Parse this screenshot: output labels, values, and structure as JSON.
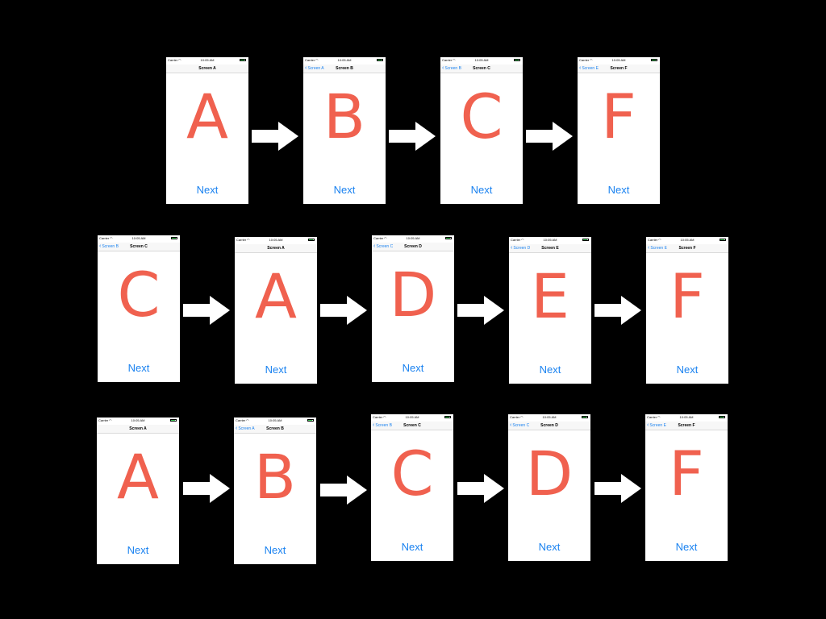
{
  "colors": {
    "background": "#000000",
    "letter": "#f0614f",
    "link": "#1a82f0",
    "arrow": "#ffffff"
  },
  "rows": [
    {
      "screens": [
        {
          "carrier": "Carrier",
          "time": "10:05 AM",
          "title": "Screen A",
          "back": "",
          "letter": "A",
          "next": "Next"
        },
        {
          "carrier": "Carrier",
          "time": "10:05 AM",
          "title": "Screen B",
          "back": "Screen A",
          "letter": "B",
          "next": "Next"
        },
        {
          "carrier": "Carrier",
          "time": "10:05 AM",
          "title": "Screen C",
          "back": "Screen B",
          "letter": "C",
          "next": "Next"
        },
        {
          "carrier": "Carrier",
          "time": "10:05 AM",
          "title": "Screen F",
          "back": "Screen E",
          "letter": "F",
          "next": "Next"
        }
      ]
    },
    {
      "screens": [
        {
          "carrier": "Carrier",
          "time": "10:05 AM",
          "title": "Screen C",
          "back": "Screen B",
          "letter": "C",
          "next": "Next"
        },
        {
          "carrier": "Carrier",
          "time": "10:05 AM",
          "title": "Screen A",
          "back": "",
          "letter": "A",
          "next": "Next"
        },
        {
          "carrier": "Carrier",
          "time": "10:05 AM",
          "title": "Screen D",
          "back": "Screen C",
          "letter": "D",
          "next": "Next"
        },
        {
          "carrier": "Carrier",
          "time": "10:05 AM",
          "title": "Screen E",
          "back": "Screen D",
          "letter": "E",
          "next": "Next"
        },
        {
          "carrier": "Carrier",
          "time": "10:05 AM",
          "title": "Screen F",
          "back": "Screen E",
          "letter": "F",
          "next": "Next"
        }
      ]
    },
    {
      "screens": [
        {
          "carrier": "Carrier",
          "time": "10:05 AM",
          "title": "Screen A",
          "back": "",
          "letter": "A",
          "next": "Next"
        },
        {
          "carrier": "Carrier",
          "time": "10:05 AM",
          "title": "Screen B",
          "back": "Screen A",
          "letter": "B",
          "next": "Next"
        },
        {
          "carrier": "Carrier",
          "time": "10:05 AM",
          "title": "Screen C",
          "back": "Screen B",
          "letter": "C",
          "next": "Next"
        },
        {
          "carrier": "Carrier",
          "time": "10:05 AM",
          "title": "Screen D",
          "back": "Screen C",
          "letter": "D",
          "next": "Next"
        },
        {
          "carrier": "Carrier",
          "time": "10:05 AM",
          "title": "Screen F",
          "back": "Screen E",
          "letter": "F",
          "next": "Next"
        }
      ]
    }
  ]
}
